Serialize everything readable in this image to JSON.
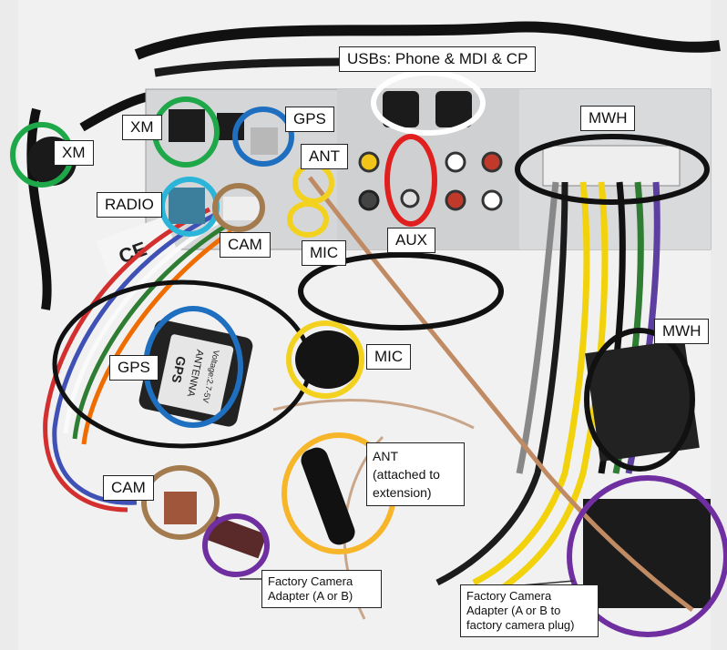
{
  "callouts": {
    "usbs": "USBs: Phone & MDI & CP",
    "xm_plug": "XM",
    "xm_port": "XM",
    "gps_port": "GPS",
    "ant_port": "ANT",
    "mwh_top": "MWH",
    "radio": "RADIO",
    "cam_port": "CAM",
    "mic_port": "MIC",
    "aux": "AUX",
    "mwh_side": "MWH",
    "mic": "MIC",
    "gps_antenna": "GPS",
    "ant_antenna": "ANT\n(attached to\nextension)",
    "cam_cable": "CAM",
    "factory_a": "Factory Camera\nAdapter (A or B)",
    "factory_b": "Factory Camera\nAdapter (A or B to\nfactory camera plug)"
  },
  "printed_on_parts": {
    "gps_antenna_line1": "GPS",
    "gps_antenna_line2": "ANTENNA",
    "gps_antenna_line3": "Voltage:2.7-5V",
    "ce_mark": "CE"
  },
  "colors": {
    "ring_green": "#1fa84a",
    "ring_blue": "#1f6fc0",
    "ring_cyan": "#2bb5d8",
    "ring_brown": "#a37b4f",
    "ring_yellow": "#f3d21f",
    "ring_red": "#e0201e",
    "ring_black": "#111111",
    "ring_white": "#ffffff",
    "ring_purple": "#6f2fa0",
    "ring_orange": "#f7b52a"
  }
}
